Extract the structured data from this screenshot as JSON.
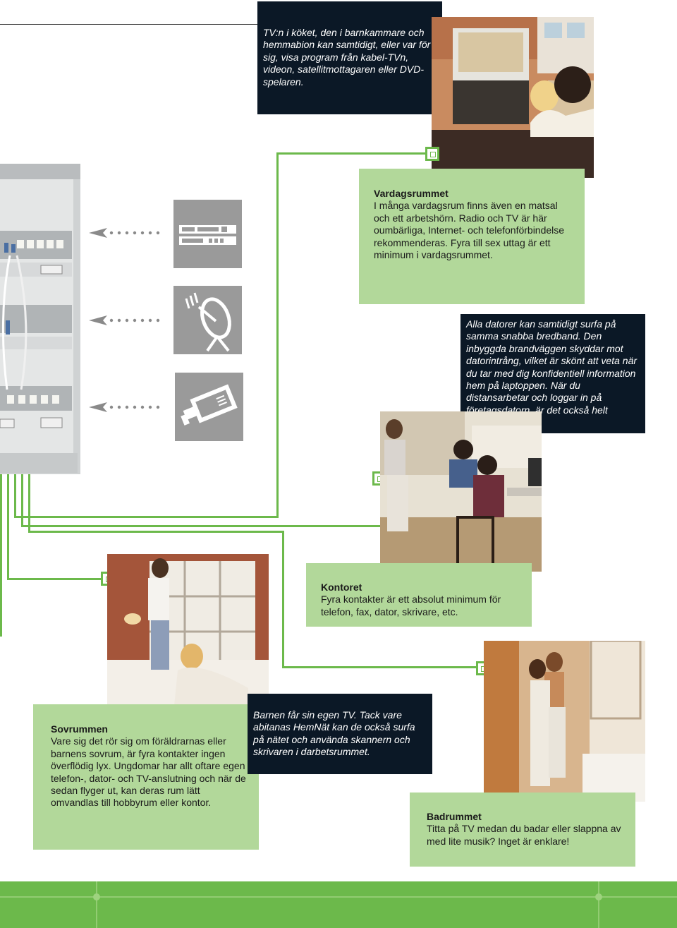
{
  "tv_caption": "TV:n i köket, den i barnkammare och hemmabion kan samtidigt, eller var för sig, visa program från kabel-TVn, videon, satellitmottagaren eller DVD-spelaren.",
  "living_room": {
    "title": "Vardagsrummet",
    "text": "I många vardagsrum finns även en matsal och ett arbetshörn. Radio och TV är här oumbärliga, Internet- och telefonförbindelse rekommenderas. Fyra till sex uttag är ett minimum i vardagsrummet."
  },
  "computers_caption": "Alla datorer kan samtidigt surfa på samma snabba bredband. Den inbyggda brandväggen skyddar mot datorintrång, vilket är skönt att veta när du tar med dig konfidentiell information hem på laptoppen. När du distansarbetar och loggar in på företagsdatorn, är det också helt säkert.",
  "office": {
    "title": "Kontoret",
    "text": "Fyra kontakter är ett absolut minimum för telefon, fax, dator, skrivare, etc."
  },
  "bedroom": {
    "title": "Sovrummen",
    "text": "Vare sig det rör sig om föräldrarnas eller barnens sovrum, är fyra kontakter ingen överflödig lyx. Ungdomar har allt oftare egen telefon-, dator- och TV-anslutning och när de sedan flyger ut, kan deras rum lätt omvandlas till hobbyrum eller kontor."
  },
  "kids_caption": "Barnen får sin egen TV. Tack vare abitanas HemNät kan de också surfa på nätet och använda skannern och skrivaren i darbetsrummet.",
  "bathroom": {
    "title": "Badrummet",
    "text": "Titta på TV medan du badar eller slappna av med lite musik? Inget är enklare!"
  },
  "icons": [
    "stereo-receiver-icon",
    "satellite-dish-icon",
    "video-camera-icon",
    "wall-socket-icon"
  ],
  "colors": {
    "accent_green": "#6cb94b",
    "light_green": "#b2d89a",
    "dark_navy": "#0b1826",
    "icon_gray": "#9a9a9a"
  }
}
